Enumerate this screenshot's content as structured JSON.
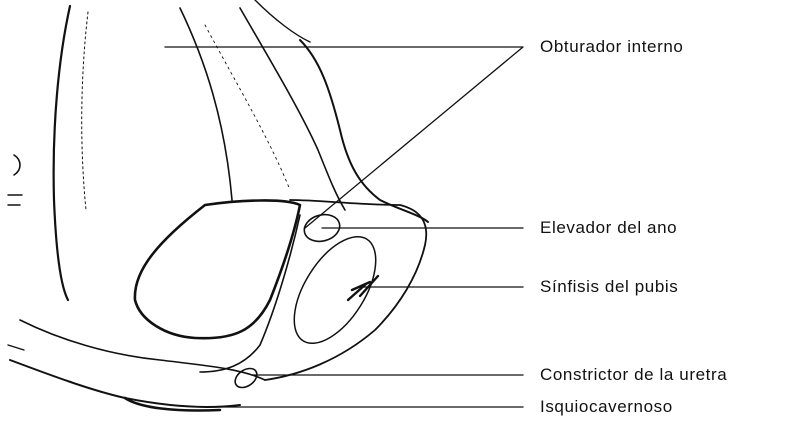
{
  "labels": {
    "obturador": "Obturador interno",
    "elevador": "Elevador del ano",
    "sinfisis": "Sínfisis del pubis",
    "constrictor": "Constrictor de la uretra",
    "isquio": "Isquiocavernoso"
  }
}
